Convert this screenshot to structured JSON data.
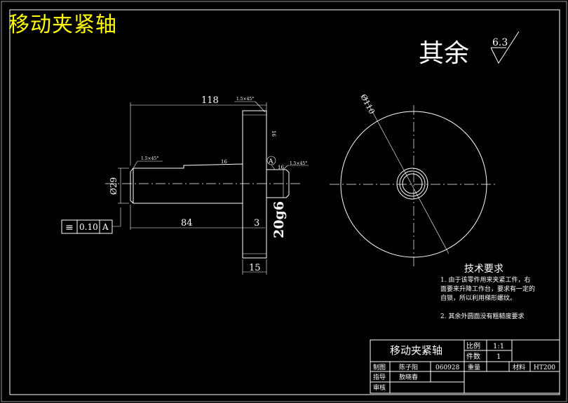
{
  "banner_title": "移动夹紧轴",
  "roughness": {
    "label": "其余",
    "value": "6.3"
  },
  "dims": {
    "length_118": "118",
    "length_84": "84",
    "length_3": "3",
    "length_15": "15",
    "dia_29": "Ø29",
    "dia_20g6": "20g6",
    "dia_110": "Ø110",
    "chamfer_1": "1.5×45°",
    "chamfer_2": "1.5×45°",
    "chamfer_3": "1.5×45°",
    "small_note_1": "16",
    "small_note_2": "16",
    "small_note_3": "16"
  },
  "datum": {
    "letter": "A"
  },
  "tolerance_frame": {
    "symbol": "≡",
    "value": "0.10",
    "datum": "A"
  },
  "tech_requirements": {
    "heading": "技术要求",
    "line1": "1. 由于该零件用来夹紧工件，右",
    "line2": "面要来升降工作台，要求有一定的",
    "line3": "自锁，所以利用梯形螺纹。",
    "line4": "2. 其余外圆面没有粗糙度要求"
  },
  "title_block": {
    "part_name": "移动夹紧轴",
    "scale_label": "比例",
    "scale_value": "1:1",
    "qty_label": "件数",
    "qty_value": "1",
    "drawn_label": "制图",
    "drawn_name": "陈子阳",
    "drawn_id": "060928",
    "weight_label": "重量",
    "material_label": "材料",
    "material_value": "HT200",
    "guide_label": "指导",
    "guide_name": "敖晓春",
    "review_label": "审核"
  }
}
